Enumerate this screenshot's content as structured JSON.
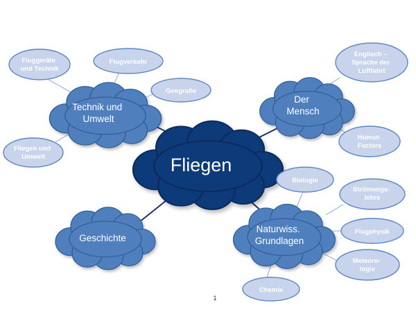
{
  "central": {
    "label": "Fliegen"
  },
  "topics": {
    "technik": {
      "lines": [
        "Technik und",
        "Umwelt"
      ]
    },
    "mensch": {
      "lines": [
        "Der",
        "Mensch"
      ]
    },
    "geschichte": {
      "lines": [
        "Geschichte"
      ]
    },
    "naturwiss": {
      "lines": [
        "Naturwiss.",
        "Grundlagen"
      ]
    }
  },
  "subtopics": {
    "fluggeraete": {
      "lines": [
        "Fluggeräte",
        "und Technik"
      ]
    },
    "flugverkehr": {
      "lines": [
        "Flugverkehr"
      ]
    },
    "geografie": {
      "lines": [
        "Geografie"
      ]
    },
    "fliegen_umwelt": {
      "lines": [
        "Fliegen und",
        "Umwelt"
      ]
    },
    "englisch": {
      "lines": [
        "Englisch –",
        "Sprache der",
        "Luftfahrt"
      ]
    },
    "human_factors": {
      "lines": [
        "Human",
        "Factors"
      ]
    },
    "biologie": {
      "lines": [
        "Biologie"
      ]
    },
    "stroemungslehre": {
      "lines": [
        "Strömungs-",
        "lehre"
      ]
    },
    "flugphysik": {
      "lines": [
        "Flugphysik"
      ]
    },
    "meteorologie": {
      "lines": [
        "Meteoro-",
        "logie"
      ]
    },
    "chemie": {
      "lines": [
        "Chemie"
      ]
    }
  },
  "page_number": "1",
  "colors": {
    "main_cloud": "#0e3a7a",
    "topic_cloud": "#4f7fbc",
    "ellipse_fill": "#c7d4ec",
    "ellipse_stroke": "#5f86c1",
    "connector": "#1f3060"
  }
}
